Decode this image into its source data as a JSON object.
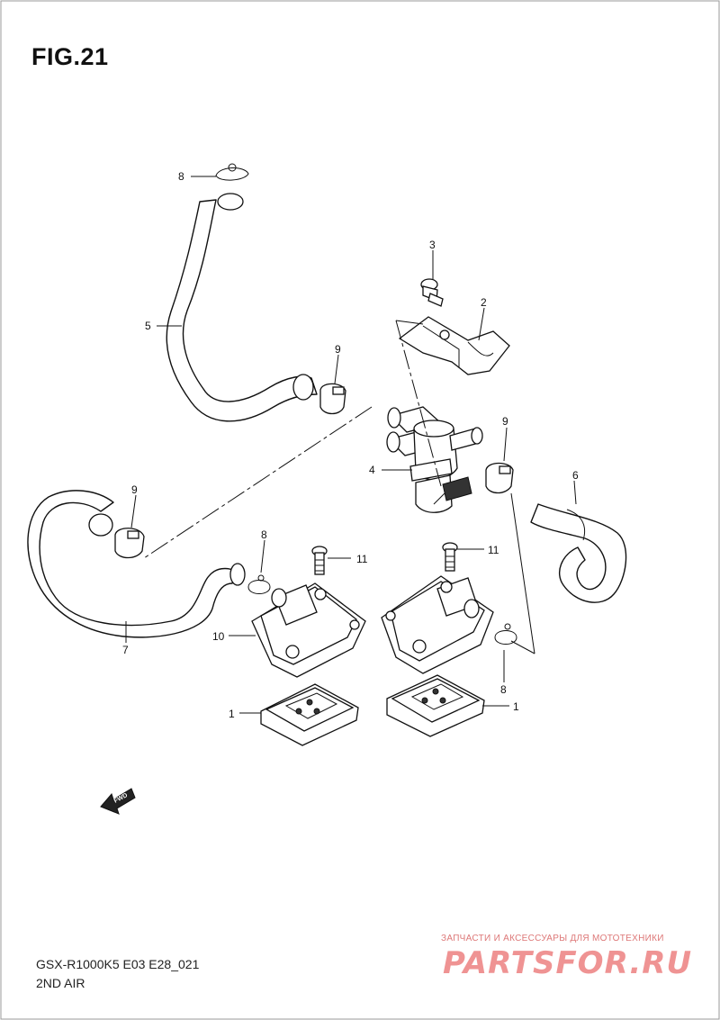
{
  "title": "FIG.21",
  "footer": {
    "model_code": "GSX-R1000K5  E03  E28_021",
    "section_name": "2ND AIR"
  },
  "watermark": {
    "caption": "ЗАПЧАСТИ И АКСЕССУАРЫ ДЛЯ МОТОТЕХНИКИ",
    "logo": "PARTSFOR.RU"
  },
  "fwd_label": "FWD",
  "callouts": {
    "c1a": "1",
    "c1b": "1",
    "c2": "2",
    "c3": "3",
    "c4": "4",
    "c5": "5",
    "c6": "6",
    "c7": "7",
    "c8a": "8",
    "c8b": "8",
    "c8c": "8",
    "c9a": "9",
    "c9b": "9",
    "c9c": "9",
    "c10": "10",
    "c11a": "11",
    "c11b": "11"
  }
}
